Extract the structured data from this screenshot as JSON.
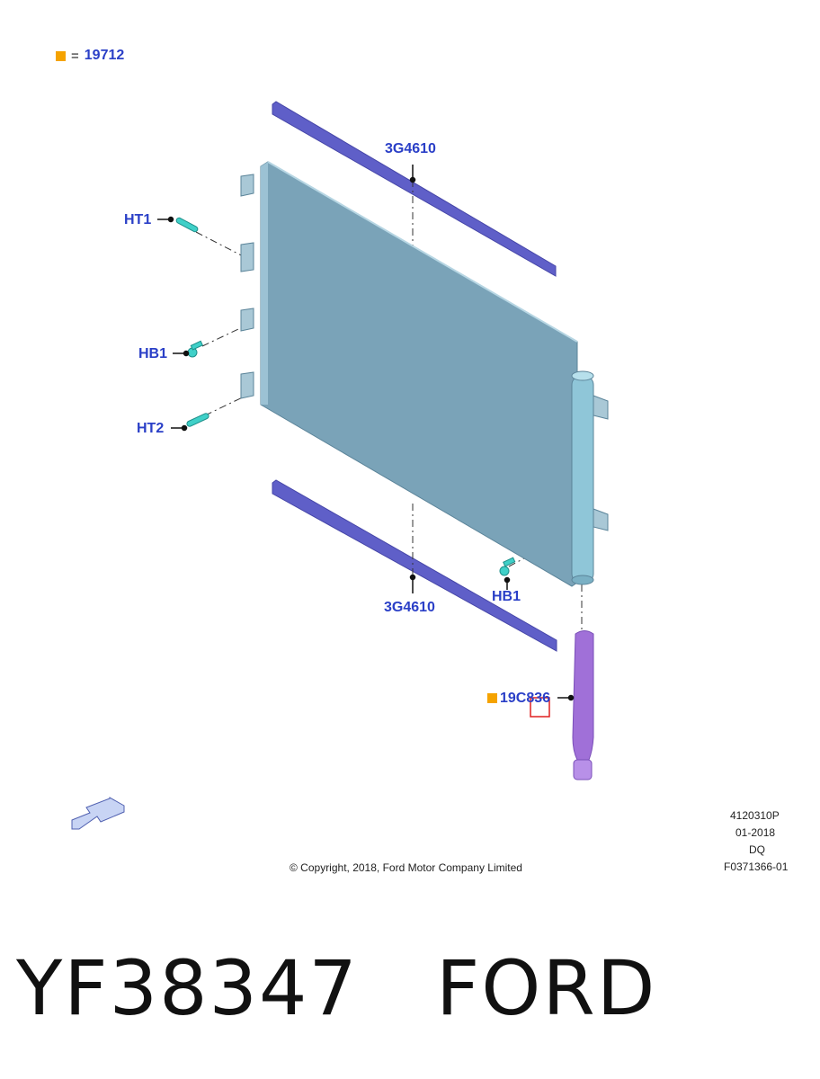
{
  "legend": {
    "marker_color": "#f5a300",
    "equals": "=",
    "part_number": "19712"
  },
  "callouts": {
    "top_strip": "3G4610",
    "bottom_strip": "3G4610",
    "ht1": "HT1",
    "hb1_left": "HB1",
    "ht2": "HT2",
    "hb1_right": "HB1",
    "receiver_dryer": "19C836"
  },
  "metadata": {
    "code": "4120310P",
    "date": "01-2018",
    "region": "DQ",
    "figure": "F0371366-01"
  },
  "copyright": "© Copyright, 2018, Ford Motor Company Limited",
  "footer": {
    "part": "YF38347",
    "brand": "FORD"
  },
  "colors": {
    "label_blue": "#2a3fc7",
    "condenser": "#7aa3b8",
    "strip": "#5f5fc8",
    "fastener": "#3fd0c8",
    "dryer": "#a070d8",
    "highlight_box": "#e02020"
  },
  "icons": {
    "direction_arrow": "direction-arrow-icon"
  }
}
